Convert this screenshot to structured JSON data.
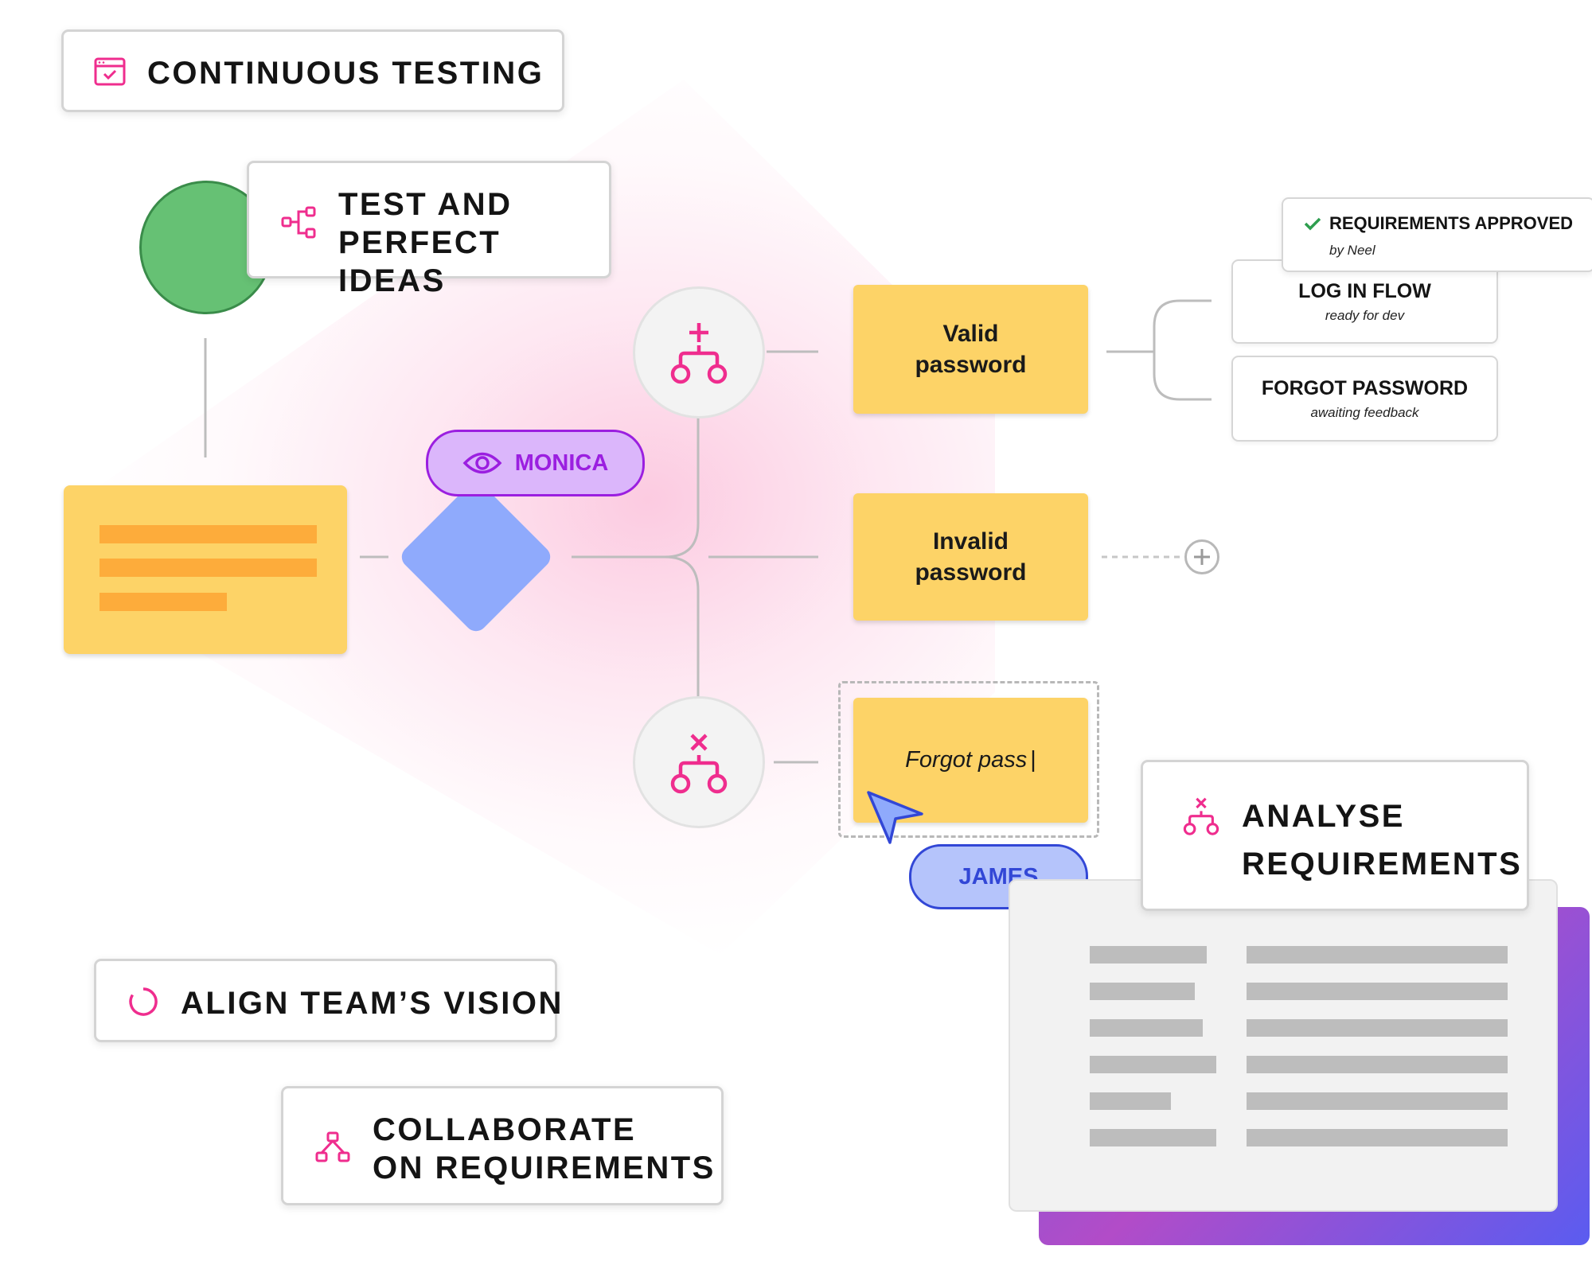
{
  "labels": {
    "continuous_testing": "CONTINUOUS TESTING",
    "test_ideas_line1": "TEST AND",
    "test_ideas_line2": "PERFECT IDEAS",
    "align_vision": "ALIGN TEAM’S VISION",
    "collaborate_line1": "COLLABORATE",
    "collaborate_line2": "ON REQUIREMENTS",
    "analyse_line1": "ANALYSE",
    "analyse_line2": "REQUIREMENTS"
  },
  "stickies": {
    "valid_line1": "Valid",
    "valid_line2": "password",
    "invalid_line1": "Invalid",
    "invalid_line2": "password",
    "forgot_text": "Forgot pass"
  },
  "statuses": {
    "approved_title": "REQUIREMENTS APPROVED",
    "approved_by": "by Neel",
    "login_title": "LOG IN FLOW",
    "login_sub": "ready for dev",
    "forgot_title": "FORGOT PASSWORD",
    "forgot_sub": "awaiting feedback"
  },
  "collaborators": {
    "monica": "MONICA",
    "james": "JAMES"
  },
  "colors": {
    "accent_pink": "#ef2d8e",
    "sticky_yellow": "#fdd367",
    "diamond_blue": "#8faafc",
    "circle_green": "#66c174",
    "monica_purple": "#9b1fe0",
    "james_blue": "#3247d6",
    "approved_green": "#2e9e4f"
  },
  "icons": {
    "continuous_testing": "browser-check-icon",
    "test_ideas": "flowchart-icon",
    "align_vision": "loading-circle-icon",
    "collaborate": "hierarchy-icon",
    "analyse": "branch-x-icon",
    "node_add": "branch-plus-icon",
    "node_remove": "branch-x-icon",
    "monica": "eye-icon",
    "approved": "check-icon",
    "add_step": "plus-circle-icon",
    "cursor": "cursor-arrow-icon"
  }
}
